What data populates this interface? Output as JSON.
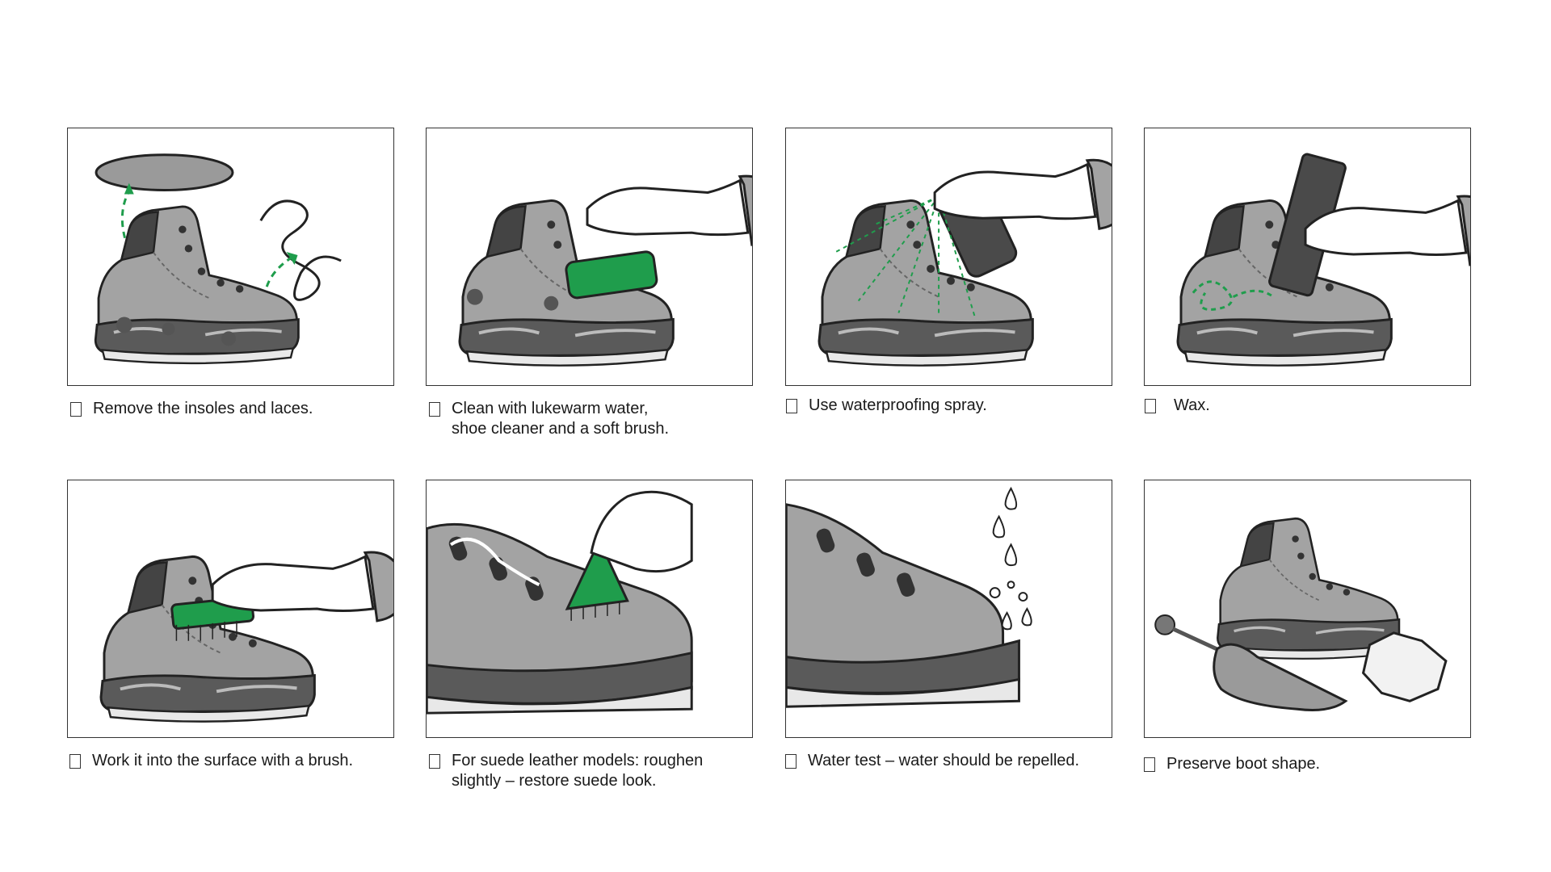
{
  "colors": {
    "accent_green": "#1f9d4c",
    "boot_gray": "#9a9a9a",
    "dark_gray": "#4a4a4a",
    "outline": "#222222"
  },
  "steps": [
    {
      "lines": [
        "Remove the insoles and laces."
      ],
      "icon": "remove-insoles-laces"
    },
    {
      "lines": [
        "Clean with lukewarm water,",
        "shoe cleaner and a soft brush."
      ],
      "icon": "clean-brush"
    },
    {
      "lines": [
        "Use waterproofing spray."
      ],
      "icon": "spray-can"
    },
    {
      "lines": [
        "Wax."
      ],
      "icon": "wax-tube"
    },
    {
      "lines": [
        "Work it into the surface with a brush."
      ],
      "icon": "brush-wax"
    },
    {
      "lines": [
        "For suede leather models: roughen",
        "slightly – restore suede look."
      ],
      "icon": "suede-brush"
    },
    {
      "lines": [
        "Water test – water should be repelled."
      ],
      "icon": "water-drops"
    },
    {
      "lines": [
        "Preserve boot shape."
      ],
      "icon": "shoe-tree"
    }
  ]
}
